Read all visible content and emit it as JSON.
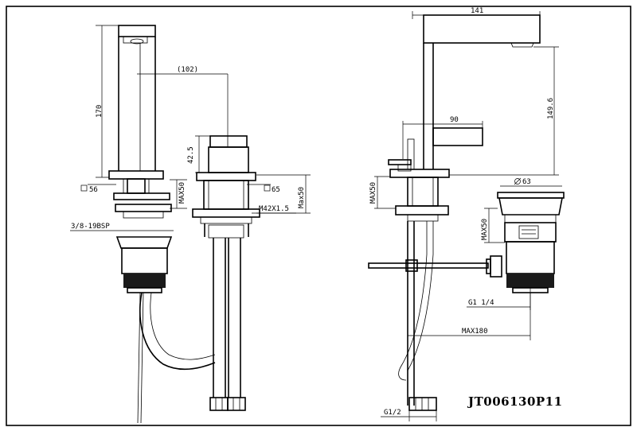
{
  "drawing": {
    "model_code": "JT006130P11",
    "colors": {
      "line": "#000000",
      "background": "#ffffff"
    },
    "left_view": {
      "dims": {
        "spout_span": "(102)",
        "height_body": "170",
        "valve_height": "42.5",
        "base_left": "56",
        "base_right": "65",
        "max_left": "MAX50",
        "max_right": "Max50",
        "thread_right": "M42X1.5",
        "thread_drain": "3/8-19BSP"
      }
    },
    "right_view": {
      "dims": {
        "top_width": "141",
        "spout_height": "149.6",
        "handle_reach": "90",
        "max_left": "MAX50",
        "drain_dia": "63",
        "max_drain": "MAX50",
        "g_quarter": "G1 1/4",
        "max_length": "MAX180",
        "g_half": "G1/2"
      }
    }
  }
}
